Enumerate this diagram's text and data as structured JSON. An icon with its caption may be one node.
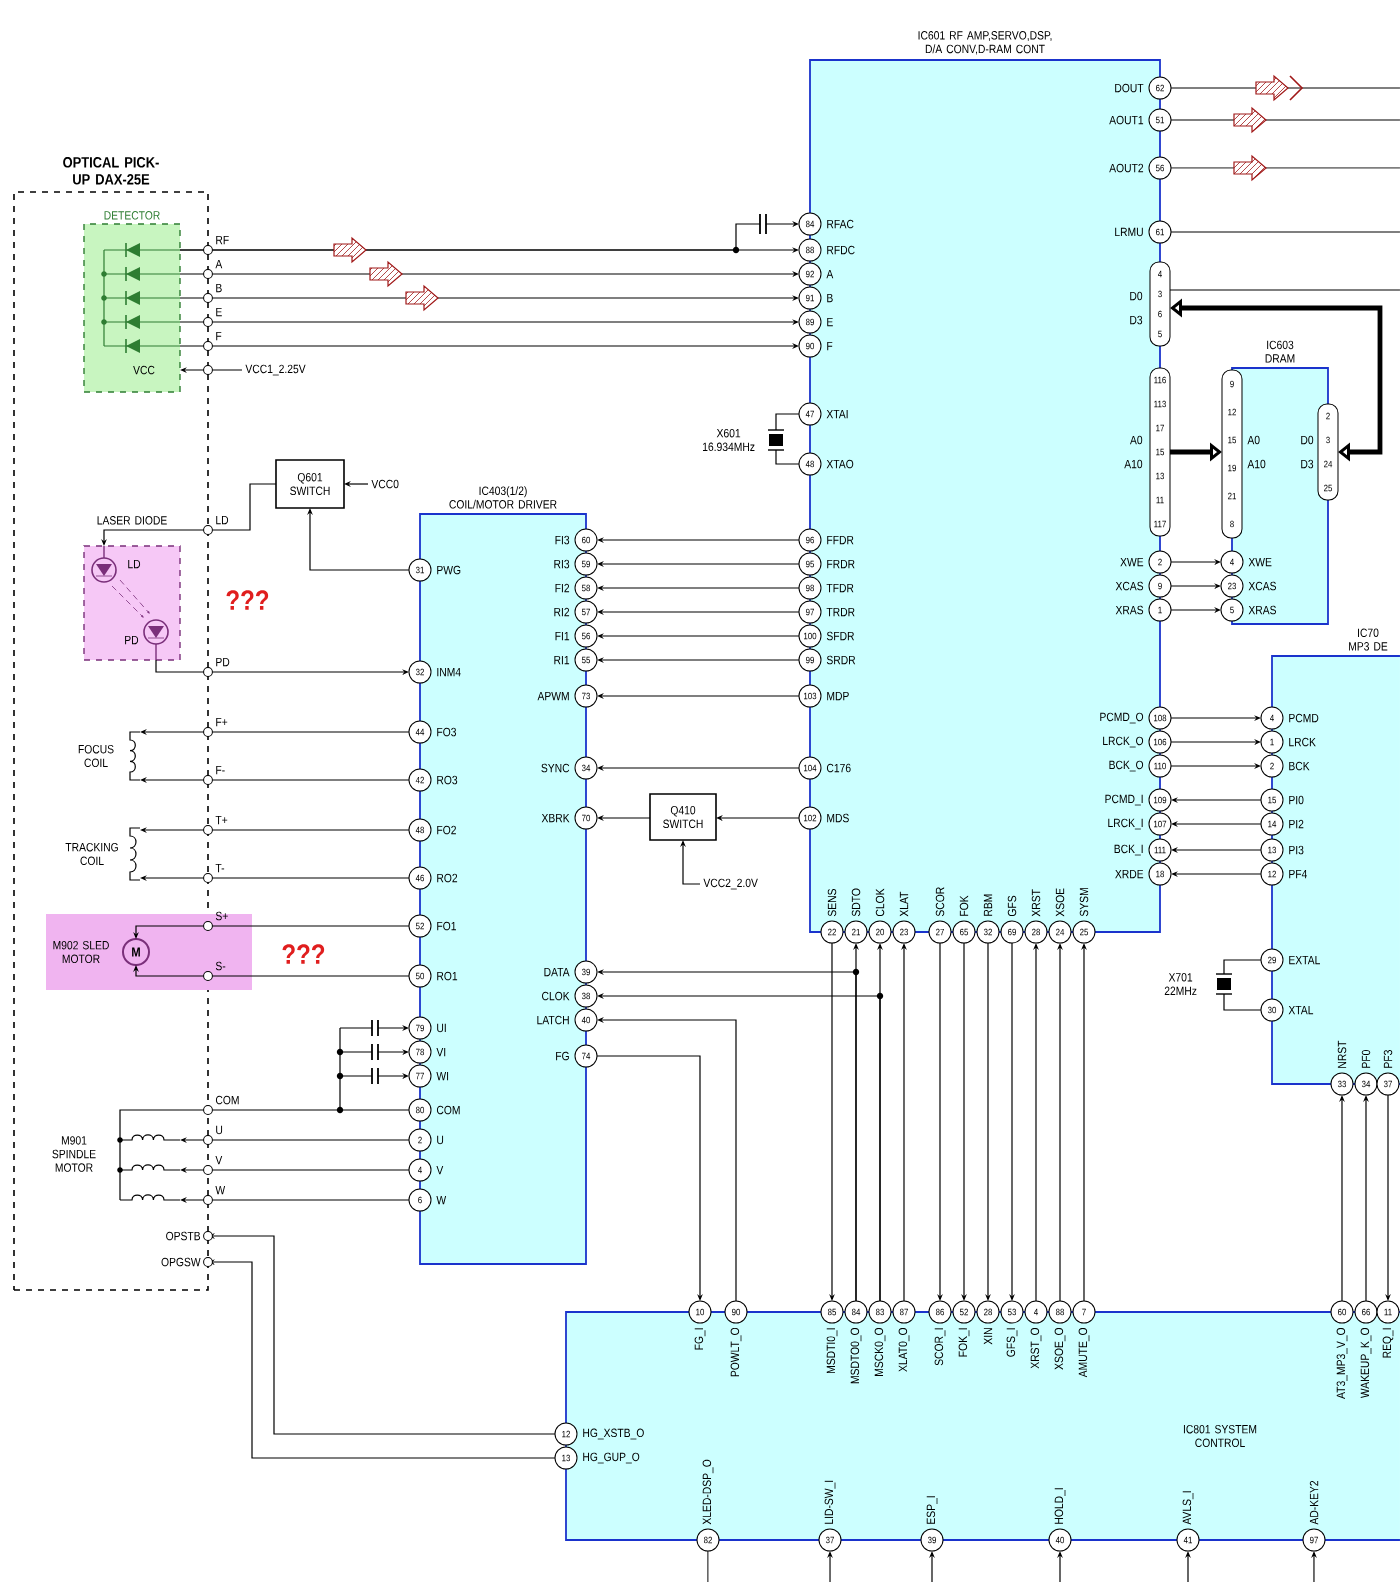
{
  "diagram": {
    "nodes": [
      {
        "text": [
          "OPTICAL PICK-UP DAX-25E"
        ]
      },
      {
        "text": [
          "DETECTOR"
        ],
        "in": 0
      },
      {
        "text": [
          "IC601 RF AMP,SERVO,DSP, D/A CONV,D-RAM CONT"
        ]
      },
      {
        "text": [
          "VCC1_2.25V"
        ]
      },
      {
        "text": [],
        "shape": "crystal",
        "beside": [
          "X601 16.934MHz"
        ]
      },
      {
        "text": [
          "IC603 DRAM"
        ]
      },
      {
        "text": [
          "Q601 SWITCH"
        ]
      },
      {
        "text": [
          "VCC0"
        ]
      },
      {
        "text": [
          "IC403(1/2) COIL/MOTOR DRIVER"
        ]
      },
      {
        "text": [
          "LASER DIODE",
          "LD",
          "PD"
        ],
        "in": 0,
        "beside": [
          "???"
        ]
      },
      {
        "text": [
          "FOCUS COIL"
        ],
        "in": 0
      },
      {
        "text": [
          "Q410 SWITCH"
        ]
      },
      {
        "text": [
          "IC70 MP3 DE"
        ]
      },
      {
        "text": [
          "TRACKING COIL"
        ],
        "in": 0
      },
      {
        "text": [
          "VCC2_2.0V"
        ]
      },
      {
        "text": [
          "M902 SLED MOTOR",
          "M"
        ],
        "beside": [
          "???"
        ]
      },
      {
        "text": [],
        "shape": "crystal",
        "beside": [
          "X701 22MHz"
        ]
      },
      {
        "text": [
          "M901 SPINDLE MOTOR"
        ],
        "in": 0
      },
      {
        "text": [
          "IC801 SYSTEM CONTROL"
        ]
      }
    ],
    "edges": [
      {
        "from": 1,
        "to": 2,
        "arrow": "to"
      },
      {
        "from": 1,
        "to": 2,
        "arrow": "to"
      },
      {
        "from": 1,
        "to": 2,
        "arrow": "to"
      },
      {
        "from": 1,
        "to": 2,
        "arrow": "to"
      },
      {
        "from": 1,
        "to": 2,
        "arrow": "to"
      },
      {
        "from": 3,
        "to": 1,
        "arrow": "to"
      },
      {
        "from": 4,
        "to": 2,
        "arrow": "none"
      },
      {
        "from": 4,
        "to": 2,
        "arrow": "none"
      },
      {
        "from": 2,
        "to": null,
        "arrow": "none"
      },
      {
        "from": 2,
        "to": null,
        "arrow": "none"
      },
      {
        "from": 2,
        "to": null,
        "arrow": "none"
      },
      {
        "from": 2,
        "to": null,
        "arrow": "none"
      },
      {
        "from": 2,
        "to": 5,
        "arrow": "both",
        "style": "thick"
      },
      {
        "from": 2,
        "to": null,
        "arrow": "none"
      },
      {
        "from": 2,
        "to": 5,
        "arrow": "to",
        "style": "thick"
      },
      {
        "from": 2,
        "to": 5,
        "arrow": "to"
      },
      {
        "from": 2,
        "to": 5,
        "arrow": "to"
      },
      {
        "from": 2,
        "to": 5,
        "arrow": "to"
      },
      {
        "from": 2,
        "to": 12,
        "arrow": "to"
      },
      {
        "from": 2,
        "to": 12,
        "arrow": "to"
      },
      {
        "from": 2,
        "to": 12,
        "arrow": "to"
      },
      {
        "from": 12,
        "to": 2,
        "arrow": "to"
      },
      {
        "from": 12,
        "to": 2,
        "arrow": "to"
      },
      {
        "from": 12,
        "to": 2,
        "arrow": "to"
      },
      {
        "from": 12,
        "to": 2,
        "arrow": "to"
      },
      {
        "from": 16,
        "to": 12,
        "arrow": "none"
      },
      {
        "from": 16,
        "to": 12,
        "arrow": "none"
      },
      {
        "from": 2,
        "to": 8,
        "arrow": "to"
      },
      {
        "from": 2,
        "to": 8,
        "arrow": "to"
      },
      {
        "from": 2,
        "to": 8,
        "arrow": "to"
      },
      {
        "from": 2,
        "to": 8,
        "arrow": "to"
      },
      {
        "from": 2,
        "to": 8,
        "arrow": "to"
      },
      {
        "from": 2,
        "to": 8,
        "arrow": "to"
      },
      {
        "from": 2,
        "to": 8,
        "arrow": "to"
      },
      {
        "from": 2,
        "to": 8,
        "arrow": "to"
      },
      {
        "from": 2,
        "to": 11,
        "arrow": "to"
      },
      {
        "from": 11,
        "to": 8,
        "arrow": "to"
      },
      {
        "from": 14,
        "to": 11,
        "arrow": "to"
      },
      {
        "from": 7,
        "to": 6,
        "arrow": "to"
      },
      {
        "from": 8,
        "to": 6,
        "arrow": "to"
      },
      {
        "from": 6,
        "to": 9,
        "arrow": "to"
      },
      {
        "from": 9,
        "to": 8,
        "arrow": "to"
      },
      {
        "from": 8,
        "to": 10,
        "arrow": "to"
      },
      {
        "from": 8,
        "to": 10,
        "arrow": "to"
      },
      {
        "from": 8,
        "to": 13,
        "arrow": "to"
      },
      {
        "from": 8,
        "to": 13,
        "arrow": "to"
      },
      {
        "from": 8,
        "to": 15,
        "arrow": "to"
      },
      {
        "from": 8,
        "to": 15,
        "arrow": "to"
      },
      {
        "from": 8,
        "to": 17,
        "arrow": "none"
      },
      {
        "from": 8,
        "to": 17,
        "arrow": "to"
      },
      {
        "from": 8,
        "to": 17,
        "arrow": "to"
      },
      {
        "from": 8,
        "to": 17,
        "arrow": "to"
      },
      {
        "from": 18,
        "to": 0,
        "arrow": "to"
      },
      {
        "from": 18,
        "to": 0,
        "arrow": "to"
      },
      {
        "from": 2,
        "to": 18,
        "arrow": "to"
      },
      {
        "from": 18,
        "to": 2,
        "arrow": "to"
      },
      {
        "from": 18,
        "to": 2,
        "arrow": "to"
      },
      {
        "from": 18,
        "to": 2,
        "arrow": "to"
      },
      {
        "from": 2,
        "to": 18,
        "arrow": "to"
      },
      {
        "from": 2,
        "to": 18,
        "arrow": "to"
      },
      {
        "from": 2,
        "to": 18,
        "arrow": "to"
      },
      {
        "from": 2,
        "to": 18,
        "arrow": "to"
      },
      {
        "from": 18,
        "to": 2,
        "arrow": "to"
      },
      {
        "from": 18,
        "to": 2,
        "arrow": "to"
      },
      {
        "from": 18,
        "to": 2,
        "arrow": "to"
      },
      {
        "from": 18,
        "to": 8,
        "arrow": "to"
      },
      {
        "from": 18,
        "to": 8,
        "arrow": "to"
      },
      {
        "from": 18,
        "to": 8,
        "arrow": "to"
      },
      {
        "from": 8,
        "to": 18,
        "arrow": "to"
      },
      {
        "from": 18,
        "to": 12,
        "arrow": "to"
      },
      {
        "from": 18,
        "to": 12,
        "arrow": "to"
      },
      {
        "from": 12,
        "to": 18,
        "arrow": "to"
      },
      {
        "from": 18,
        "to": null,
        "arrow": "none"
      },
      {
        "from": null,
        "to": 18,
        "arrow": "to"
      },
      {
        "from": null,
        "to": 18,
        "arrow": "to"
      },
      {
        "from": null,
        "to": 18,
        "arrow": "to"
      },
      {
        "from": null,
        "to": 18,
        "arrow": "to"
      },
      {
        "from": null,
        "to": 18,
        "arrow": "to"
      },
      {
        "from": 1,
        "to": 2,
        "arrow": "to"
      }
    ],
    "labels": [
      "VCC",
      "RF",
      "A",
      "B",
      "E",
      "F",
      "LD",
      "PD",
      "F+",
      "F-",
      "T+",
      "T-",
      "S+",
      "S-",
      "COM",
      "U",
      "V",
      "W",
      "OPSTB",
      "OPGSW",
      "84",
      "RFAC",
      "88",
      "RFDC",
      "92",
      "A",
      "91",
      "B",
      "89",
      "E",
      "90",
      "F",
      "47",
      "XTAI",
      "48",
      "XTAO",
      "96",
      "FFDR",
      "95",
      "FRDR",
      "98",
      "TFDR",
      "97",
      "TRDR",
      "100",
      "SFDR",
      "99",
      "SRDR",
      "103",
      "MDP",
      "104",
      "C176",
      "102",
      "MDS",
      "DOUT",
      "62",
      "AOUT1",
      "51",
      "AOUT2",
      "56",
      "LRMU",
      "61",
      "D0",
      "D3",
      "4",
      "3",
      "6",
      "5",
      "A0",
      "A10",
      "116",
      "113",
      "17",
      "15",
      "13",
      "11",
      "117",
      "XWE",
      "2",
      "XCAS",
      "9",
      "XRAS",
      "1",
      "PCMD_O",
      "108",
      "LRCK_O",
      "106",
      "BCK_O",
      "110",
      "PCMD_I",
      "109",
      "LRCK_I",
      "107",
      "BCK_I",
      "111",
      "XRDE",
      "18",
      "SENS",
      "22",
      "SDTO",
      "21",
      "CLOK",
      "20",
      "XLAT",
      "23",
      "SCOR",
      "27",
      "FOK",
      "65",
      "RBM",
      "32",
      "GFS",
      "69",
      "XRST",
      "28",
      "XSOE",
      "24",
      "SYSM",
      "25",
      "9",
      "12",
      "15",
      "19",
      "21",
      "8",
      "A0",
      "A10",
      "D0",
      "D3",
      "2",
      "3",
      "24",
      "25",
      "4",
      "XWE",
      "23",
      "XCAS",
      "5",
      "XRAS",
      "4",
      "PCMD",
      "1",
      "LRCK",
      "2",
      "BCK",
      "15",
      "PI0",
      "14",
      "PI2",
      "13",
      "PI3",
      "12",
      "PF4",
      "29",
      "EXTAL",
      "30",
      "XTAL",
      "NRST",
      "33",
      "PF0",
      "34",
      "PF3",
      "37",
      "31",
      "PWG",
      "32",
      "INM4",
      "44",
      "FO3",
      "42",
      "RO3",
      "48",
      "FO2",
      "46",
      "RO2",
      "52",
      "FO1",
      "50",
      "RO1",
      "79",
      "UI",
      "78",
      "VI",
      "77",
      "WI",
      "80",
      "COM",
      "2",
      "U",
      "4",
      "V",
      "6",
      "W",
      "FI3",
      "60",
      "RI3",
      "59",
      "FI2",
      "58",
      "RI2",
      "57",
      "FI1",
      "56",
      "RI1",
      "55",
      "APWM",
      "73",
      "SYNC",
      "34",
      "XBRK",
      "70",
      "DATA",
      "39",
      "CLOK",
      "38",
      "LATCH",
      "40",
      "FG",
      "74",
      "10",
      "FG_I",
      "90",
      "POWLT_O",
      "85",
      "MSDTI0_I",
      "84",
      "MSDTO0_O",
      "83",
      "MSCK0_O",
      "87",
      "XLAT0_O",
      "86",
      "SCOR_I",
      "52",
      "FOK_I",
      "28",
      "XIN",
      "53",
      "GFS_I",
      "4",
      "XRST_O",
      "88",
      "XSOE_O",
      "7",
      "AMUTE_O",
      "60",
      "AT3_MP3_V_O",
      "66",
      "WAKEUP_K_O",
      "11",
      "REQ_I",
      "12",
      "HG_XSTB_O",
      "13",
      "HG_GUP_O",
      "XLED-DSP_O",
      "82",
      "LID-SW_I",
      "37",
      "ESP_I",
      "39",
      "HOLD_I",
      "40",
      "AVLS_I",
      "41",
      "AD-KEY2",
      "97"
    ]
  }
}
